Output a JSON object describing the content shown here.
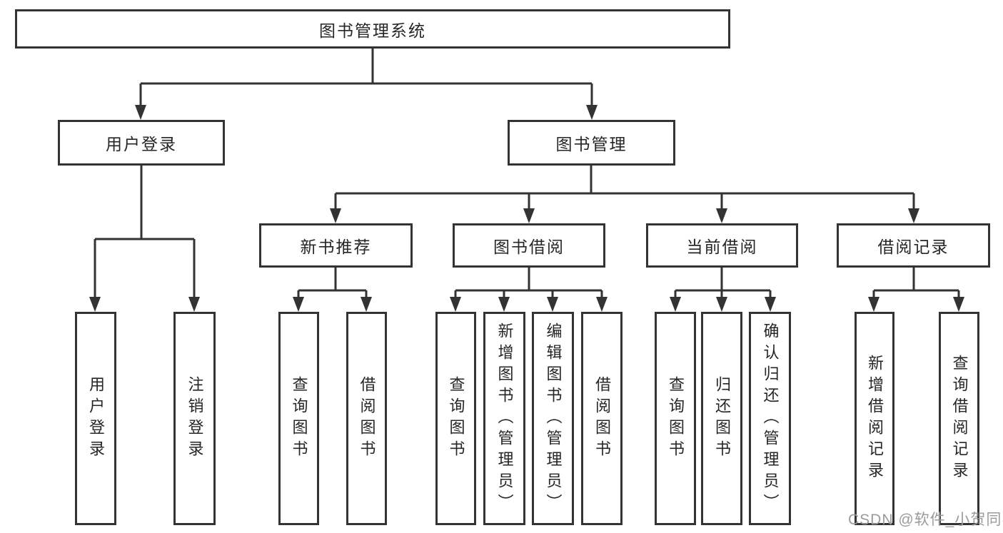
{
  "diagram_title": "图书管理系统",
  "tree": {
    "label": "图书管理系统",
    "children": [
      {
        "label": "用户登录",
        "children": [
          {
            "label": "用户登录"
          },
          {
            "label": "注销登录"
          }
        ]
      },
      {
        "label": "图书管理",
        "children": [
          {
            "label": "新书推荐",
            "children": [
              {
                "label": "查询图书"
              },
              {
                "label": "借阅图书"
              }
            ]
          },
          {
            "label": "图书借阅",
            "children": [
              {
                "label": "查询图书"
              },
              {
                "label": "新增图书（管理员）"
              },
              {
                "label": "编辑图书（管理员）"
              },
              {
                "label": "借阅图书"
              }
            ]
          },
          {
            "label": "当前借阅",
            "children": [
              {
                "label": "查询图书"
              },
              {
                "label": "归还图书"
              },
              {
                "label": "确认归还（管理员）"
              }
            ]
          },
          {
            "label": "借阅记录",
            "children": [
              {
                "label": "新增借阅记录"
              },
              {
                "label": "查询借阅记录"
              }
            ]
          }
        ]
      }
    ]
  },
  "watermark": {
    "text": "CSDN @软件_小贺同学"
  },
  "colors": {
    "line": "#333333",
    "box_border": "#333333",
    "text": "#262626",
    "watermark": "#9b9b9b",
    "background": "#ffffff"
  }
}
